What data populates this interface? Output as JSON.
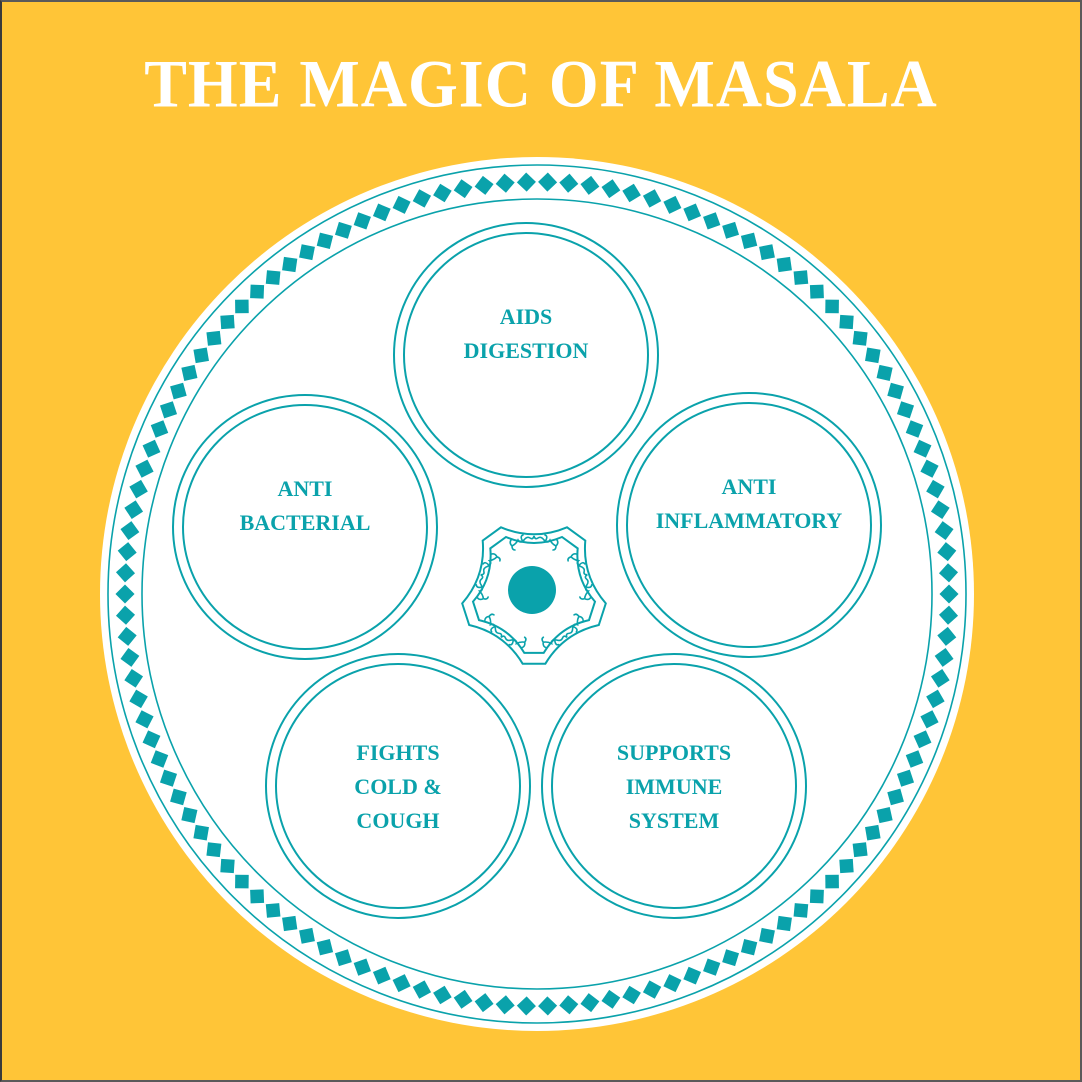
{
  "title": "THE MAGIC OF MASALA",
  "colors": {
    "background": "#ffc537",
    "plate": "#ffffff",
    "accent": "#0aa2ab",
    "title_text": "#ffffff"
  },
  "plate": {
    "decoration": "diamond-border-ring",
    "center_ornament": "pentagonal-rosette-with-dot"
  },
  "benefits": [
    {
      "id": "digestion",
      "lines": [
        "AIDS",
        "DIGESTION"
      ]
    },
    {
      "id": "anti-bacterial",
      "lines": [
        "ANTI",
        "BACTERIAL"
      ]
    },
    {
      "id": "anti-inflammatory",
      "lines": [
        "ANTI",
        "INFLAMMATORY"
      ]
    },
    {
      "id": "cold-cough",
      "lines": [
        "FIGHTS",
        "COLD &",
        "COUGH"
      ]
    },
    {
      "id": "immune",
      "lines": [
        "SUPPORTS",
        "IMMUNE",
        "SYSTEM"
      ]
    }
  ]
}
